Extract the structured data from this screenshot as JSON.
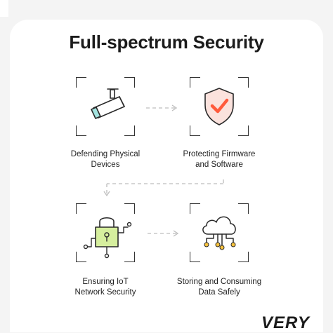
{
  "title": "Full-spectrum Security",
  "steps": [
    {
      "line1": "Defending Physical",
      "line2": "Devices",
      "icon": "security-camera-icon"
    },
    {
      "line1": "Protecting Firmware",
      "line2": "and Software",
      "icon": "shield-check-icon"
    },
    {
      "line1": "Ensuring IoT",
      "line2": "Network Security",
      "icon": "network-lock-icon"
    },
    {
      "line1": "Storing and Consuming",
      "line2": "Data Safely",
      "icon": "cloud-data-icon"
    }
  ],
  "brand": "VERY",
  "colors": {
    "accent_green": "#d6ef9e",
    "shield_red": "#ff5a3c",
    "shield_fill": "#fbe2dd",
    "camera_teal": "#a3e3df",
    "data_yellow": "#f7c23c",
    "dashed": "#bdbdbd"
  }
}
